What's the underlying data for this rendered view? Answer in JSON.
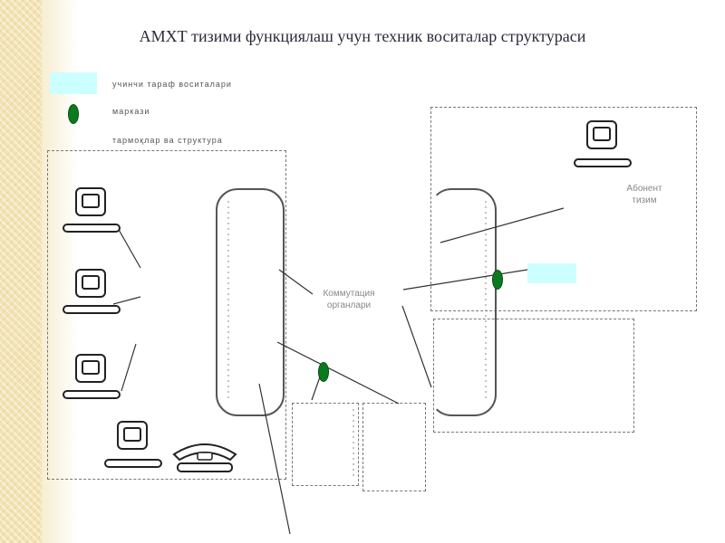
{
  "title": "АМХТ тизими функциялаш учун техник воситалар структураси",
  "legend": [
    {
      "label": "учинчи тараф воситалари"
    },
    {
      "label": "маркази"
    },
    {
      "label": "тармоқлар ва структура"
    }
  ],
  "labels": {
    "remote": "Абонент\nтизим",
    "switch": "Коммутация\nорганлари"
  },
  "colors": {
    "swatch": "#ccffff",
    "node": "#0a7a1e",
    "accent_strip": "#f3e3b4"
  },
  "icons": [
    "computer-icon",
    "computer-icon",
    "computer-icon",
    "computer-icon",
    "computer-icon",
    "telephone-icon"
  ]
}
